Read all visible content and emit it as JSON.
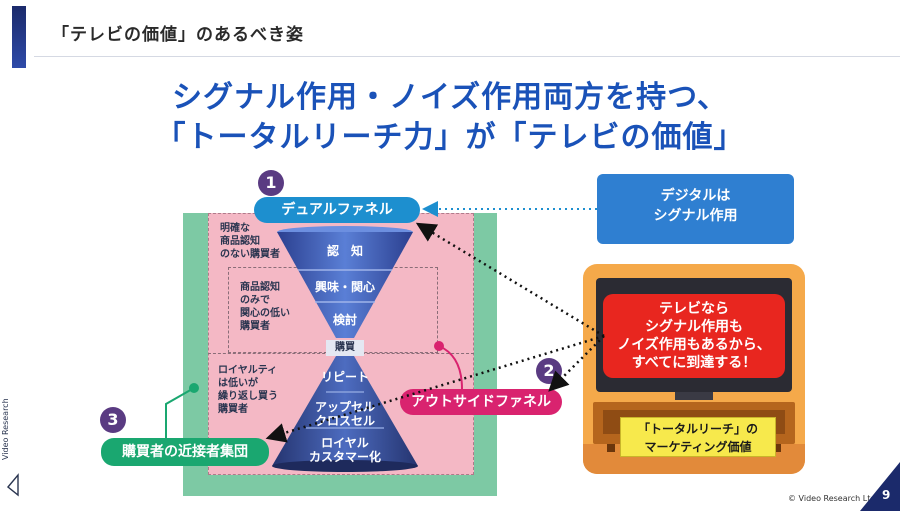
{
  "header": {
    "title": "「テレビの価値」のあるべき姿"
  },
  "main_title": {
    "line1": "シグナル作用・ノイズ作用両方を持つ、",
    "line2": "「トータルリーチ力」が「テレビの価値」"
  },
  "funnel": {
    "stages": [
      "認　知",
      "興味・関心",
      "検討",
      "購買",
      "リピート",
      "アップセル\nクロスセル",
      "ロイヤル\nカスタマー化"
    ]
  },
  "zones": {
    "no_awareness": "明確な\n商品認知\nのない購買者",
    "awareness_only": "商品認知\nのみで\n関心の低い\n購買者",
    "low_loyalty": "ロイヤルティ\nは低いが\n繰り返し買う\n購買者"
  },
  "labels": {
    "dual_funnel": "デュアルファネル",
    "outside_funnel": "アウトサイドファネル",
    "near_buyers": "購買者の近接者集団",
    "badge_1": "1",
    "badge_2": "2",
    "badge_3": "3"
  },
  "digital_box": {
    "text": "デジタルは\nシグナル作用"
  },
  "tv": {
    "bubble": "テレビなら\nシグナル作用も\nノイズ作用もあるから、\nすべてに到達する！",
    "caption": "「トータルリーチ」の\nマーケティング価値"
  },
  "footer": {
    "brand": "Video Research",
    "copyright": "© Video Research Ltd.",
    "page": "9"
  },
  "colors": {
    "title_blue": "#1a52b8",
    "dual_blue": "#1d8fcf",
    "outside_pink": "#d9236f",
    "near_green": "#1aa770",
    "badge_purple": "#5a3b82",
    "tv_red": "#e8261f",
    "tv_orange": "#f5a94a"
  }
}
